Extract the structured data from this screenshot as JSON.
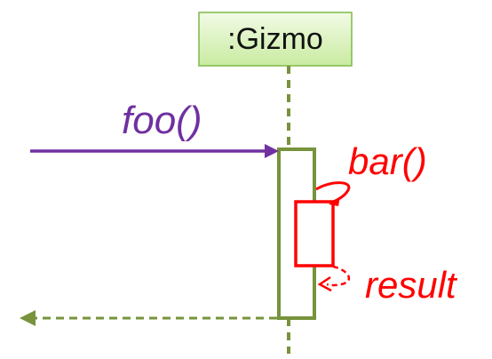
{
  "lifeline": {
    "title": ":Gizmo"
  },
  "messages": {
    "call": "foo()",
    "self_call": "bar()",
    "self_return": "result"
  },
  "colors": {
    "lifeline_fill_top": "#f2fbe6",
    "lifeline_fill_bottom": "#c9eba1",
    "lifeline_border": "#7fb84a",
    "activation": "#77933c",
    "call": "#7030a0",
    "self": "#ff0000",
    "return": "#77933c"
  }
}
